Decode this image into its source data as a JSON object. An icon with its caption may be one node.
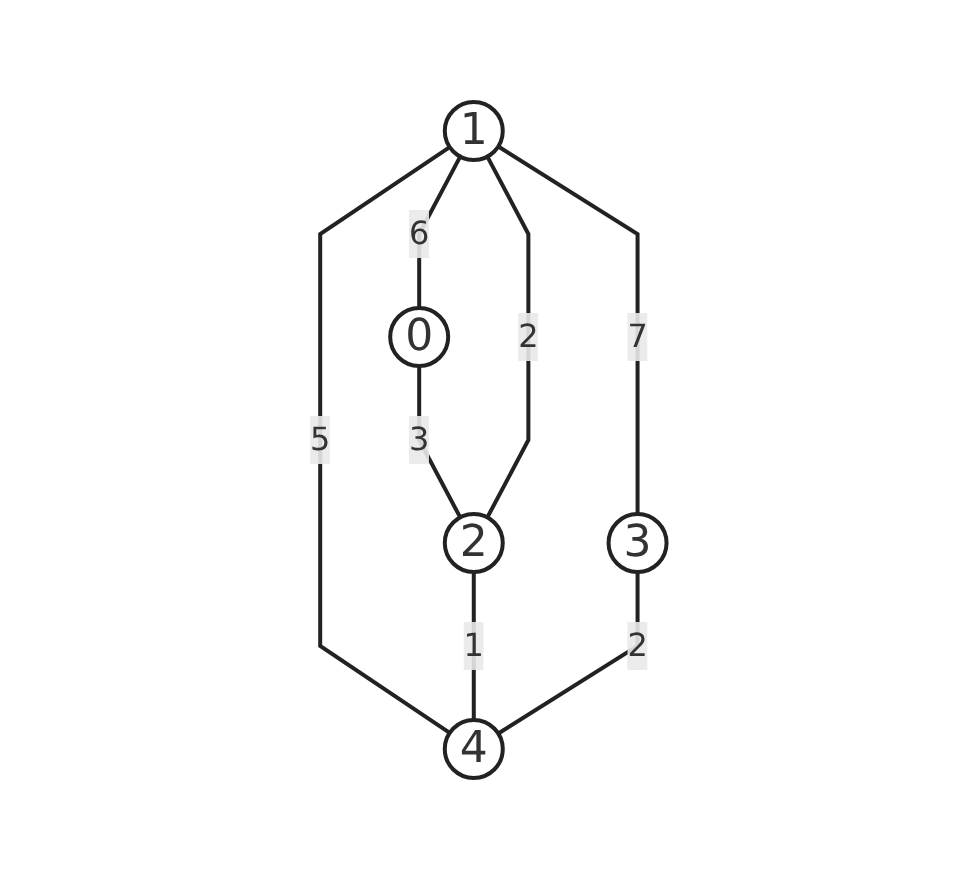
{
  "diagram": {
    "nodes": [
      {
        "text": [
          "0"
        ]
      },
      {
        "text": [
          "1"
        ]
      },
      {
        "text": [
          "2"
        ]
      },
      {
        "text": [
          "3"
        ]
      },
      {
        "text": [
          "4"
        ]
      }
    ],
    "edges": [
      {
        "from": 1,
        "to": 0,
        "arrow": "none",
        "label": "6"
      },
      {
        "from": 0,
        "to": 2,
        "arrow": "none",
        "label": "3"
      },
      {
        "from": 1,
        "to": 2,
        "arrow": "none",
        "label": "2"
      },
      {
        "from": 1,
        "to": 3,
        "arrow": "none",
        "label": "7"
      },
      {
        "from": 1,
        "to": 4,
        "arrow": "none",
        "label": "5"
      },
      {
        "from": 2,
        "to": 4,
        "arrow": "none",
        "label": "1"
      },
      {
        "from": 3,
        "to": 4,
        "arrow": "none",
        "label": "2"
      }
    ]
  }
}
